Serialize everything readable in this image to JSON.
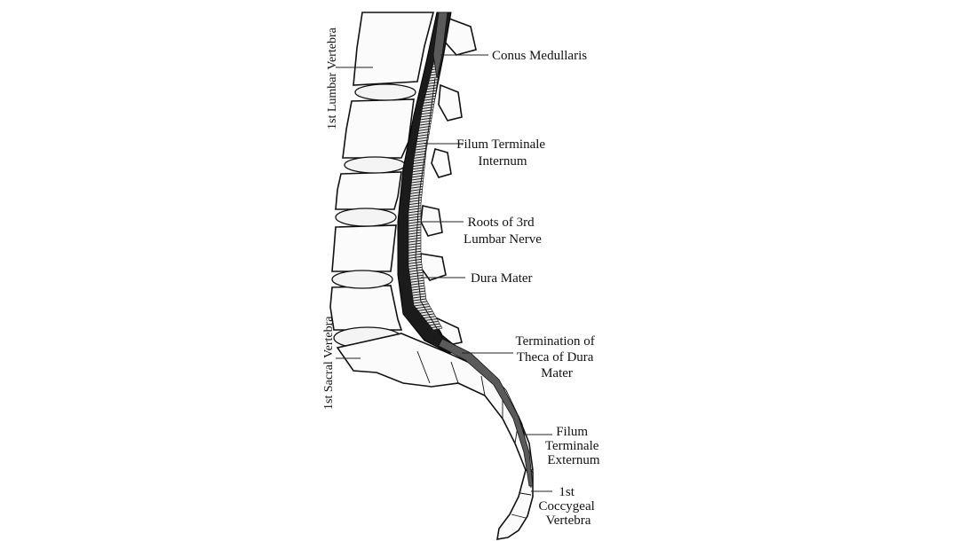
{
  "labels": {
    "conus_medullaris": "Conus Medullaris",
    "filum_terminale_internum": [
      "Filum Terminale",
      "Internum"
    ],
    "roots_3rd_lumbar": [
      "Roots of 3rd",
      "Lumbar Nerve"
    ],
    "dura_mater": "Dura Mater",
    "termination_theca": [
      "Termination of",
      "Theca of Dura",
      "Mater"
    ],
    "filum_terminale_externum": [
      "Filum",
      "Terminale",
      "Externum"
    ],
    "first_coccygeal": [
      "1st",
      "Coccygeal",
      "Vertebra"
    ],
    "first_lumbar_vertebra": "1st Lumbar Vertebra",
    "first_sacral_vertebra": "1st Sacral Vertebra"
  }
}
